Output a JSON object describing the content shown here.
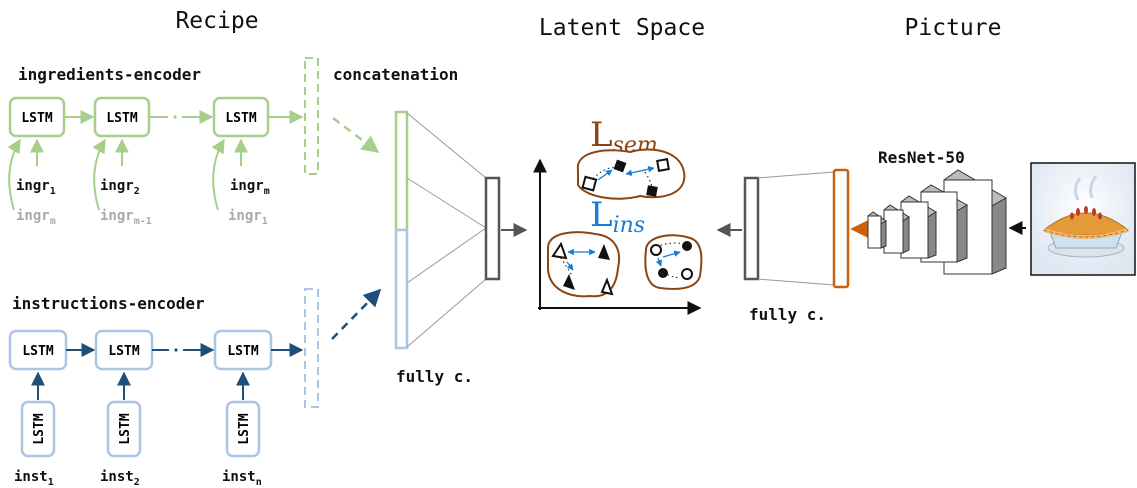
{
  "sections": {
    "recipe": "Recipe",
    "latent": "Latent Space",
    "picture": "Picture"
  },
  "ingredients": {
    "title": "ingredients-encoder",
    "cell_label": "LSTM",
    "inputs": [
      {
        "base": "ingr",
        "sub": "1"
      },
      {
        "base": "ingr",
        "sub": "2"
      },
      {
        "base": "ingr",
        "sub": "m"
      }
    ],
    "reverse_inputs": [
      {
        "base": "ingr",
        "sub": "m"
      },
      {
        "base": "ingr",
        "sub": "m-1"
      },
      {
        "base": "ingr",
        "sub": "1"
      }
    ]
  },
  "instructions": {
    "title": "instructions-encoder",
    "cell_label": "LSTM",
    "inputs": [
      {
        "base": "inst",
        "sub": "1"
      },
      {
        "base": "inst",
        "sub": "2"
      },
      {
        "base": "inst",
        "sub": "n"
      }
    ]
  },
  "concatenation_label": "concatenation",
  "fc_recipe_label": "fully c.",
  "fc_image_label": "fully c.",
  "resnet_label": "ResNet-50",
  "losses": {
    "sem": {
      "main": "L",
      "sub": "sem"
    },
    "ins": {
      "main": "L",
      "sub": "ins"
    }
  },
  "colors": {
    "ingredients": "#a6d08a",
    "ingredients_dark": "#8cc26e",
    "instructions_box": "#a9c6e6",
    "instructions_arrow": "#1f4e79",
    "gray_text": "#aaaaaa",
    "fc": "#555555",
    "sem": "#8b4513",
    "ins": "#1a7ad4",
    "image_fc": "#c9600c"
  },
  "icons": [
    "pie-image",
    "latent-axes",
    "resnet-stack"
  ]
}
